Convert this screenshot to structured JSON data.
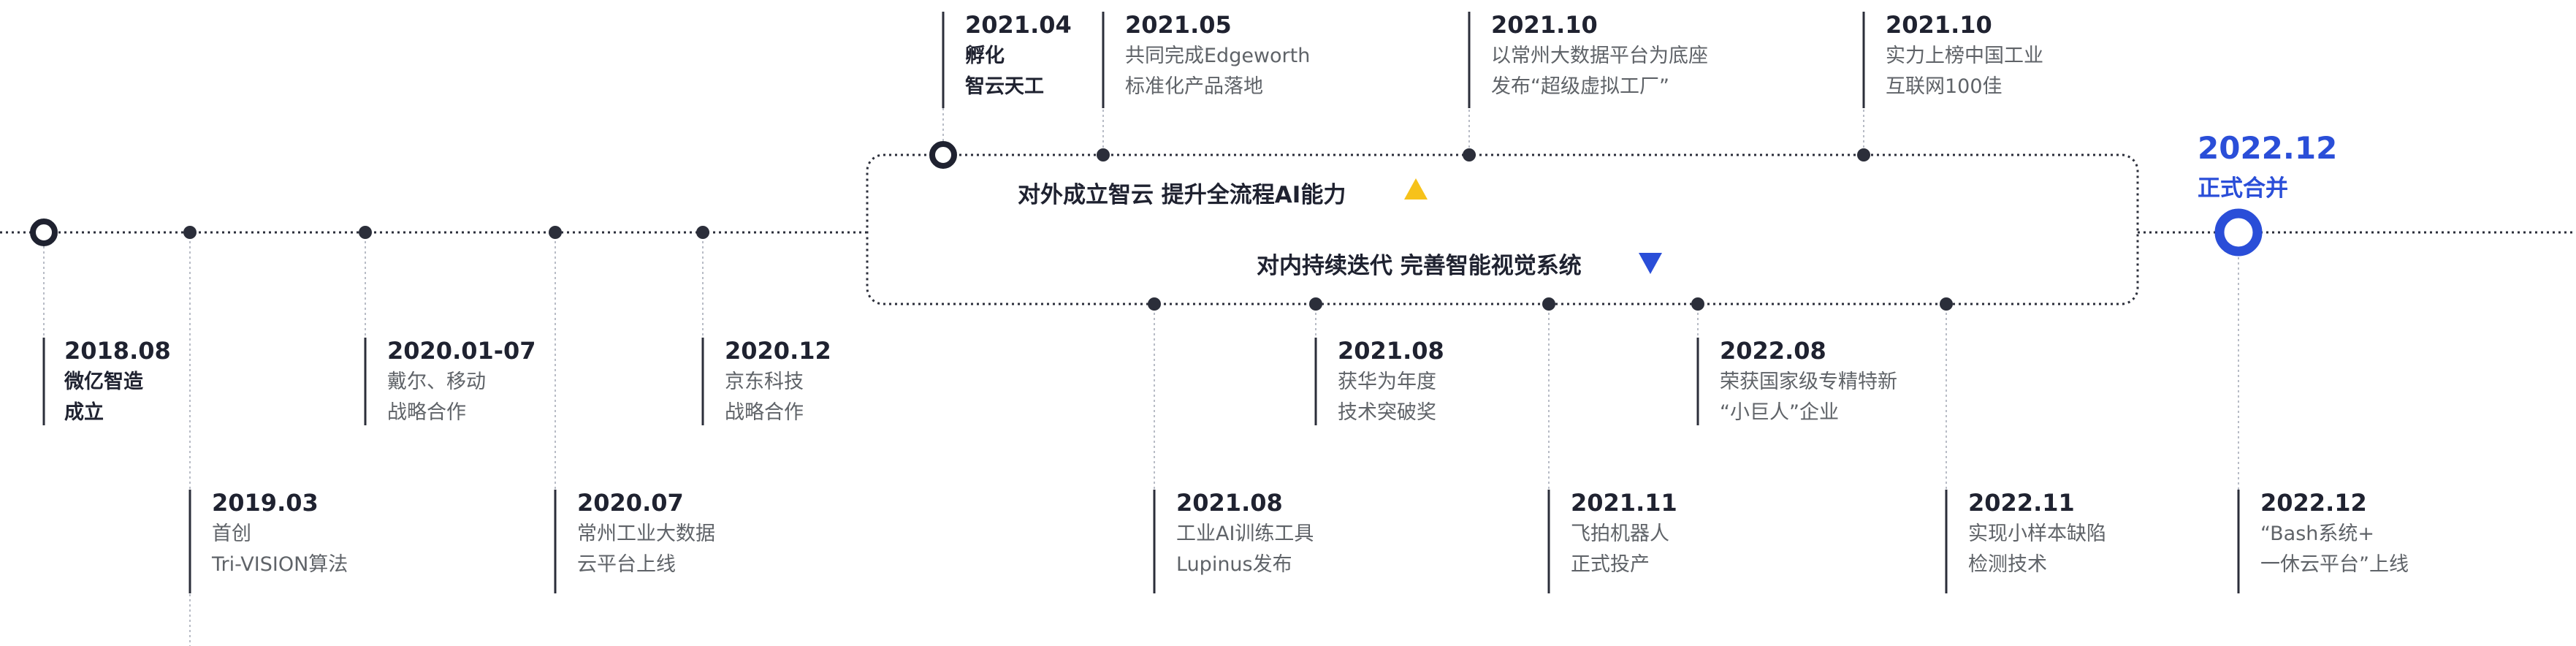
{
  "colors": {
    "accent_blue": "#2a4ed8",
    "accent_yellow": "#f6c21a",
    "text_dark": "#1f2230",
    "text_gray": "#5f6368",
    "line": "#2b2e3a"
  },
  "box": {
    "outer": "对外成立智云 提升全流程AI能力",
    "inner": "对内持续迭代 完善智能视觉系统",
    "outer_icon": "triangle-up-icon",
    "inner_icon": "triangle-down-icon"
  },
  "final": {
    "date": "2022.12",
    "label": "正式合并"
  },
  "events": [
    {
      "date": "2018.08",
      "lines": [
        "微亿智造",
        "成立"
      ]
    },
    {
      "date": "2019.03",
      "lines": [
        "首创",
        "Tri-VISION算法"
      ]
    },
    {
      "date": "2020.01-07",
      "lines": [
        "戴尔、移动",
        "战略合作"
      ]
    },
    {
      "date": "2020.07",
      "lines": [
        "常州工业大数据",
        "云平台上线"
      ]
    },
    {
      "date": "2020.12",
      "lines": [
        "京东科技",
        "战略合作"
      ]
    },
    {
      "date": "2021.04",
      "lines": [
        "孵化",
        "智云天工"
      ]
    },
    {
      "date": "2021.05",
      "lines": [
        "共同完成Edgeworth",
        "标准化产品落地"
      ]
    },
    {
      "date": "2021.10",
      "lines": [
        "以常州大数据平台为底座",
        "发布“超级虚拟工厂”"
      ]
    },
    {
      "date": "2021.10",
      "lines": [
        "实力上榜中国工业",
        "互联网100佳"
      ]
    },
    {
      "date": "2021.08",
      "lines": [
        "工业AI训练工具",
        "Lupinus发布"
      ]
    },
    {
      "date": "2021.08",
      "lines": [
        "获华为年度",
        "技术突破奖"
      ]
    },
    {
      "date": "2021.11",
      "lines": [
        "飞拍机器人",
        "正式投产"
      ]
    },
    {
      "date": "2022.08",
      "lines": [
        "荣获国家级专精特新",
        "“小巨人”企业"
      ]
    },
    {
      "date": "2022.11",
      "lines": [
        "实现小样本缺陷",
        "检测技术"
      ]
    },
    {
      "date": "2022.12",
      "lines": [
        "“Bash系统+",
        "一休云平台”上线"
      ]
    }
  ]
}
